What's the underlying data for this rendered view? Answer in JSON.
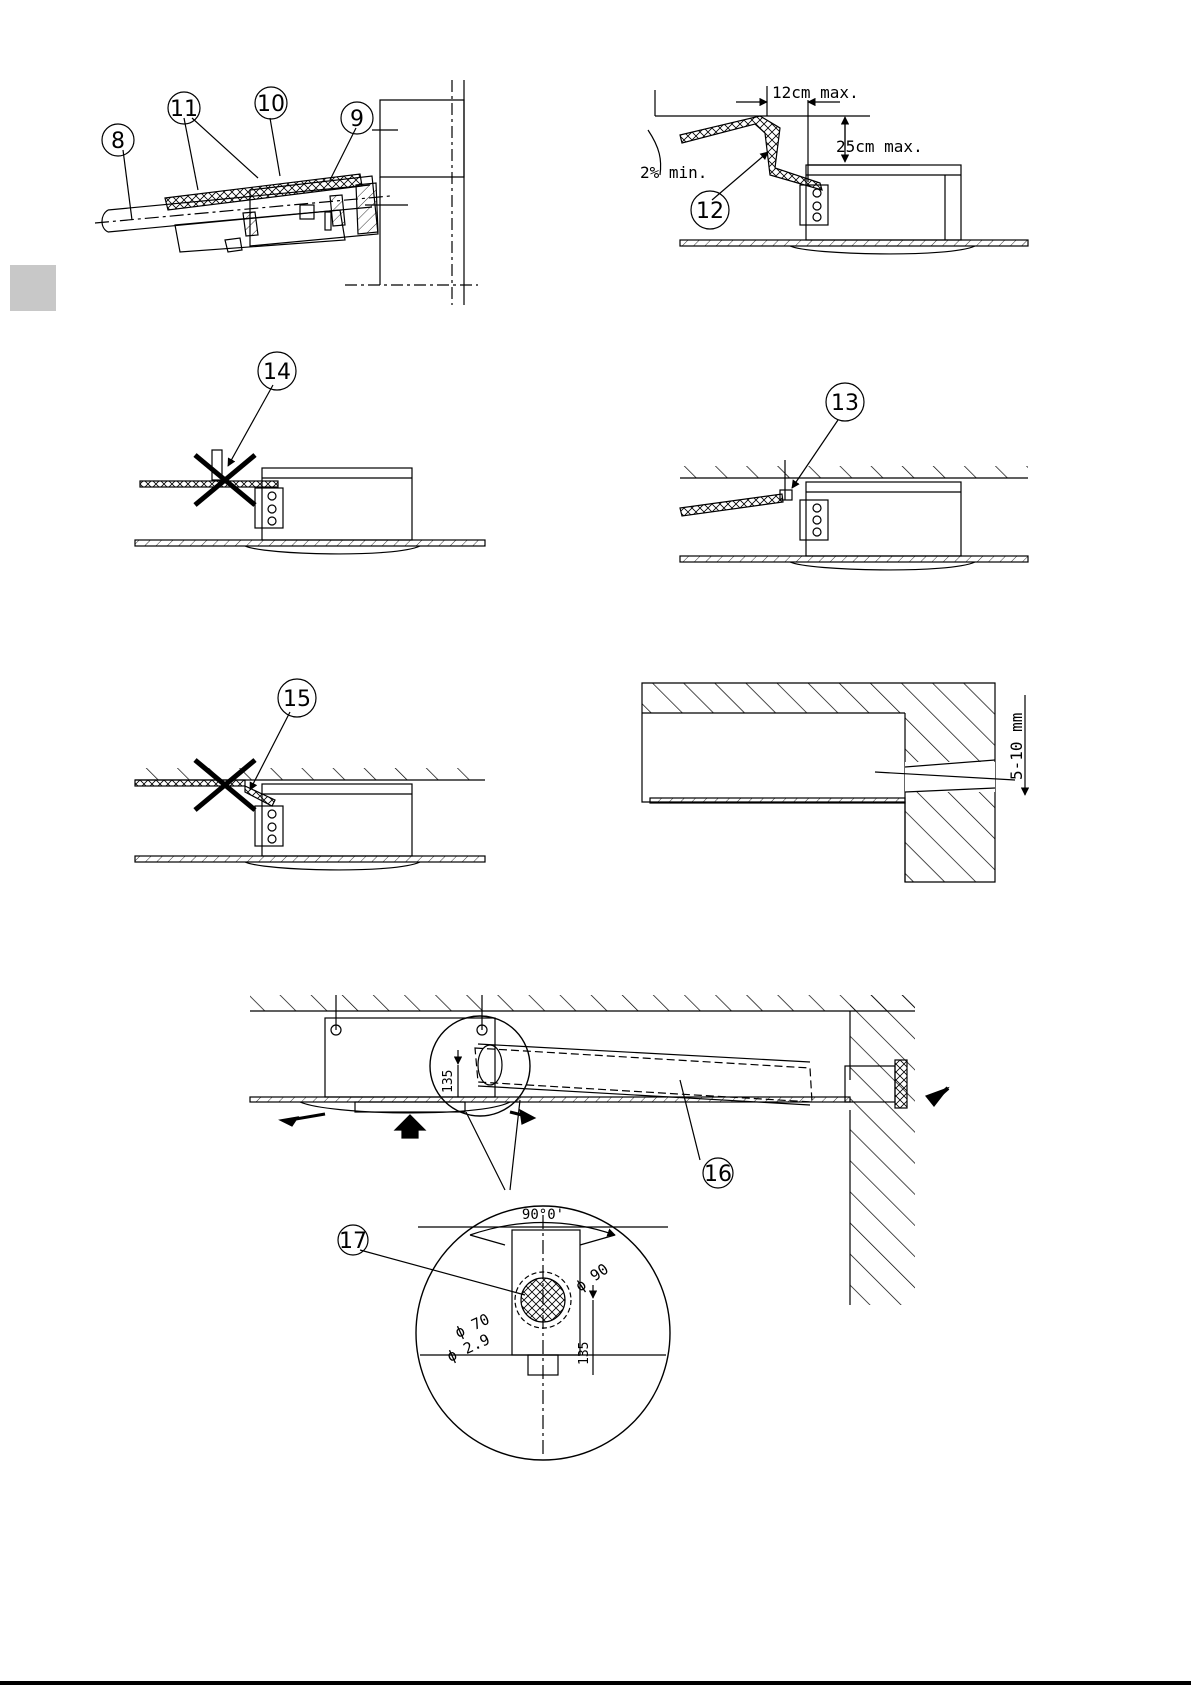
{
  "callouts": {
    "c8": "8",
    "c9": "9",
    "c10": "10",
    "c11": "11",
    "c12": "12",
    "c13": "13",
    "c14": "14",
    "c15": "15",
    "c16": "16",
    "c17": "17"
  },
  "dimensions": {
    "max_12": "12cm max.",
    "max_25": "25cm max.",
    "slope": "2% min.",
    "gap": "5-10 mm",
    "height_a": "135",
    "height_b": "135",
    "angle": "90°0'",
    "dia_90": "ϕ 90",
    "dia_70": "ϕ 70",
    "dia_29": "ϕ 2.9"
  }
}
